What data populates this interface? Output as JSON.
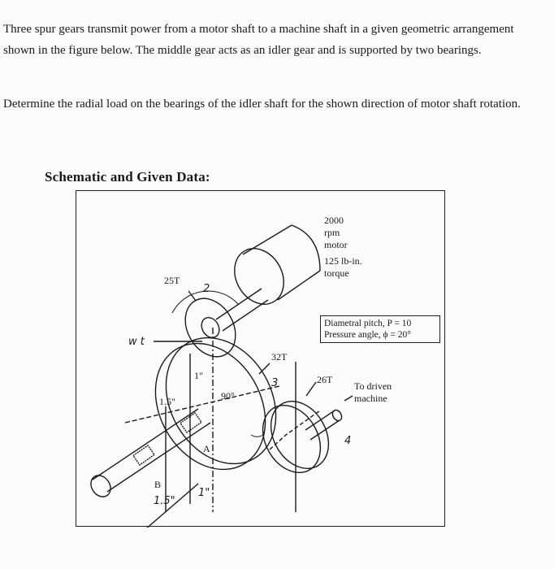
{
  "problem": {
    "paragraph1": "Three spur gears transmit power from a motor shaft to a machine shaft in a given geometric arrangement shown in the figure below. The middle gear acts as an idler gear and is supported by two bearings.",
    "paragraph2": "Determine the radial load on the bearings of the idler shaft for the shown direction of motor shaft rotation."
  },
  "schematic": {
    "heading": "Schematic and Given Data:",
    "motor": {
      "speed": "2000",
      "speed_unit": "rpm",
      "name": "motor",
      "torque_value": "125 lb-in.",
      "torque_label": "torque"
    },
    "gear_data": {
      "diametral_pitch": "Diametral pitch, P = 10",
      "pressure_angle": "Pressure angle, ϕ = 20°"
    },
    "gears": {
      "motor_gear": "25T",
      "idler_gear": "32T",
      "driven_gear": "26T"
    },
    "driven_machine": [
      "To driven",
      "machine"
    ],
    "dimensions": {
      "bearing_spacing": "1.5\"",
      "gear_offset": "1\"",
      "angle": "90°"
    },
    "bearings": {
      "a": "A",
      "b": "B"
    },
    "handwritten": {
      "wt": "w t",
      "n2": "2",
      "n3": "3",
      "n4": "4",
      "dim_15": "1.5\"",
      "dim_1": "1\""
    }
  }
}
